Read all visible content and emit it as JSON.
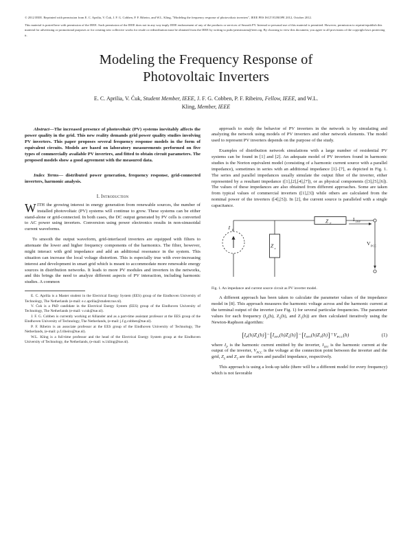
{
  "copyright": {
    "lines": [
      "© 2012 IEEE. Reprinted with permission from E. C. Aprilia, V. Ćuk, J. F. G. Cobben, P. F. Ribeiro, and W.L. Kling, \"Modeling the frequency response of photovoltaic inverters\", IEEE PES ISGT EUROPE 2012, October 2012.",
      "This material is posted here with permission of the IEEE. Such permission of the IEEE does not in any way imply IEEE endorsement of any of the products or services of Smooth PV.  Internal or personal use of this material is permitted.  However, permission to reprint/republish this material for advertising or promotional purposes  or for creating new collective works for resale or redistribution must be obtained from the IEEE by writing to pubs-permissions@ieee.org. By choosing to view this document, you agree to all provisions of the copyright laws protecting it."
    ]
  },
  "title": {
    "line1": "Modeling the Frequency Response of",
    "line2": "Photovoltaic Inverters"
  },
  "authors": {
    "line1_a": "E. C. Aprilia, V. Ćuk, ",
    "line1_b": "Student Member, IEEE",
    "line1_c": ", J. F. G. Cobben, P. F. Ribeiro, ",
    "line1_d": "Fellow, IEEE",
    "line1_e": ", and W.L.",
    "line2_a": "Kling, ",
    "line2_b": "Member, IEEE"
  },
  "abstract": {
    "lead": "Abstract",
    "dash": "—",
    "text": "The increased presence of photovoltaic (PV) systems inevitably affects the power quality in the grid. This new reality demands grid power quality studies involving PV inverters. This paper proposes several frequency response models in the form of equivalent circuits. Models are based on laboratory measurements performed on five types of commercially available PV inverters, and fitted to obtain circuit parameters. The proposed models show a good agreement with the measured data."
  },
  "index_terms": {
    "lead": "Index Terms",
    "dash": "— ",
    "text": "distributed power generation, frequency response, grid-connected inverters, harmonic analysis."
  },
  "sections": {
    "introduction": "I.  Introduction"
  },
  "intro": {
    "p1_dropcap": "W",
    "p1": "ITH the growing interest in energy generation from renewable sources, the number of installed photovoltaic (PV) systems will continue to grow. These systems can be either stand-alone or grid-connected.  In both cases, the DC output generated by PV cells is converted to AC power using inverters. Conversion using power electronics results in non-sinusoidal current waveforms.",
    "p2": "To smooth the output waveform, grid-interfaced inverters are equipped with filters to attenuate the lower and higher frequency components of the harmonics. The filter, however, might interact with grid impedance and add an additional resonance in the system. This situation can increase the local voltage distortion. This is especially true with ever-increasing interest and development in smart grid which is meant to accommodate more renewable energy sources in distribution networks. It leads to more PV modules and inverters in the networks, and this brings the need to analyze different aspects of PV interaction, including harmonic studies. A common"
  },
  "right_column": {
    "p1": "approach to study the behavior of PV inverters in the network is by simulating and analyzing the network using models of PV inverters and other network elements. The model used to represent PV inverters depends on the purpose of the study.",
    "p2": "Examples of distribution network simulations with a large number of residential PV systems can be found in [1] and [2]. An adequate model of PV inverters found in harmonic studies is the Norton equivalent model (consisting of a harmonic current source with a parallel impedance), sometimes in series with an additional impedance [1]–[7], as depicted in Fig. 1. The series and parallel impedances usually simulate the output filter of the inverter, either represented by a resultant impedance ([1],[2],[4],[7]), or as physical components ([3],[5],[6]). The values of these impedances are also obtained from different approaches. Some are taken from typical values of commercial inverters ([1],[3]) while others are calculated from the nominal power of the inverters ([4],[5]). In [2], the current source is paralleled with a single capacitance.",
    "p3": "A different approach has been taken to calculate the parameter values of the impedance model in [8]. This approach measures the harmonic voltage across and the harmonic current at the terminal output of the inverter (see Fig. 1) for several particular frequencies. The parameter values for each frequency (I",
    "p3_b": "(h), Z",
    "p3_c": "(h), and Z",
    "p3_d": "(h)) are then calculated iteratively using the Newton-Raphson algorithm:",
    "p4": "This approach is using a look-up table (there will be a different model for every frequency) which is not favorable"
  },
  "where_para": {
    "a": "where ",
    "b": "I",
    "b_sub": "P",
    "c": " is the harmonic current emitted by the inverter, ",
    "d": "I",
    "d_sub": "INV",
    "e": " is the harmonic current at the output of the inverter, ",
    "f": "V",
    "f_sub": "PCC",
    "g": " is the voltage at the connection point between the inverter and the grid, ",
    "h": "Z",
    "h_sub": "S",
    "i": " and ",
    "j": "Z",
    "j_sub": "T",
    "k": " are the series and parallel impedance, respectively."
  },
  "figure": {
    "caption": "Fig. 1.  An impedance and current source circuit as PV inverter model.",
    "labels": {
      "current_source": "I",
      "current_source_sub": "P",
      "parallel_impedance": "Z",
      "parallel_impedance_sub": "s",
      "series_impedance": "Z",
      "series_impedance_sub": "T",
      "output_current": "I",
      "output_current_sub": "INV",
      "output_voltage": "V",
      "output_voltage_sub": "PCC"
    },
    "stroke_color": "#2b2b2b"
  },
  "equation": {
    "number": "(1)",
    "terms": {
      "t1_i": "I",
      "t1_isub": "P",
      "t1_z": "Z",
      "t1_zsub": "s",
      "t2_i": "I",
      "t2_isub": "INV",
      "t2_z": "Z",
      "t2_zsub": "s",
      "t3_i": "I",
      "t3_isub": "INV",
      "t3_z": "Z",
      "t3_zsub": "T",
      "rhs": "V",
      "rhs_sub": "PCC",
      "arg": "(h)"
    }
  },
  "footnotes": [
    "E. C. Aprilia is a Master student in the Electrical Energy System (EES) group of the Eindhoven University of Technology, The Netherlands (e-mail: e.c.aprilia@student.tue.nl).",
    "V. Ćuk is a PhD candidate in the Electrical Energy System (EES) group of the Eindhoven University of Technology, The Netherlands (e-mail: v.cuk@tue.nl).",
    "J. F. G. Cobben is currently working at Alliander and as a part-time assistant professor at the EES group of the Eindhoven University of Technology, The Netherlands, (e-mail: j.f.g.cobben@tue.nl).",
    "P. F. Ribeiro is an associate professor at the EES group of the Eindhoven University of Technology, The Netherlands, (e-mail: p.f.ribeiro@tue.nl).",
    "W.L. Kling is a full-time professor and the head of the Electrical Energy System group at the Eindhoven University of Technology, the Netherlands, (e-mail: w.l.kling@tue.nl)."
  ]
}
